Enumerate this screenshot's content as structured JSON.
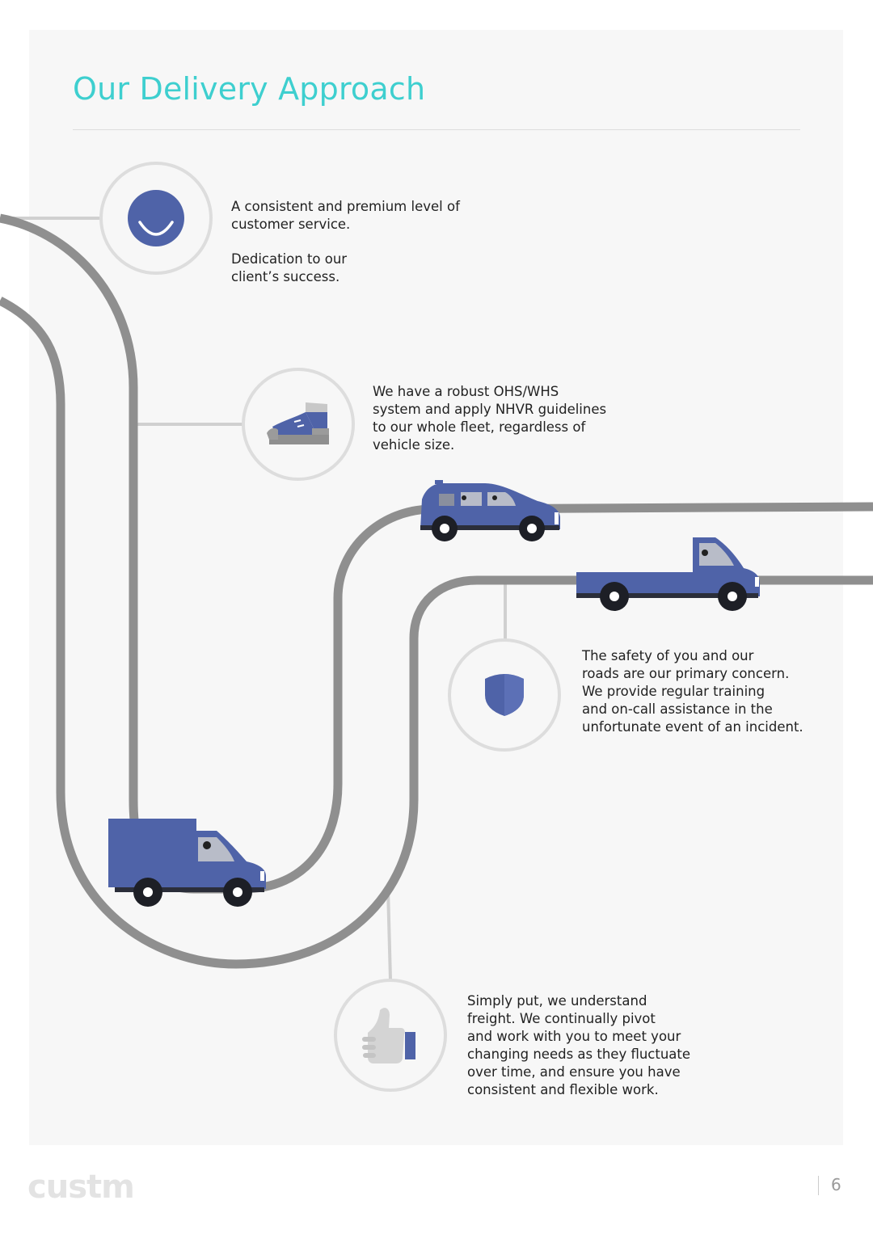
{
  "page": {
    "title": "Our Delivery Approach",
    "page_number": "6",
    "logo_text": "custm"
  },
  "colors": {
    "accent": "#3ecfcf",
    "brand_blue": "#4f63a8",
    "road": "#8f8f8f",
    "connector": "#d0d0d0"
  },
  "items": [
    {
      "icon": "smile-icon",
      "paragraphs": [
        "A consistent and premium level of\ncustomer service.",
        "Dedication to our\nclient’s success."
      ]
    },
    {
      "icon": "safety-boot-icon",
      "paragraphs": [
        "We have a robust OHS/WHS\nsystem and apply NHVR guidelines\nto our whole fleet, regardless of\nvehicle size."
      ]
    },
    {
      "icon": "shield-icon",
      "paragraphs": [
        "The safety of you and our\nroads are our primary concern.\nWe provide regular training\nand on-call assistance in the\nunfortunate event of an incident."
      ]
    },
    {
      "icon": "thumbs-up-icon",
      "paragraphs": [
        "Simply put, we understand\nfreight. We continually pivot\nand work with you to meet your\nchanging needs as they fluctuate\nover time, and ensure you have\nconsistent and flexible work."
      ]
    }
  ],
  "vehicles": [
    "van-icon",
    "ute-icon",
    "box-truck-icon"
  ]
}
